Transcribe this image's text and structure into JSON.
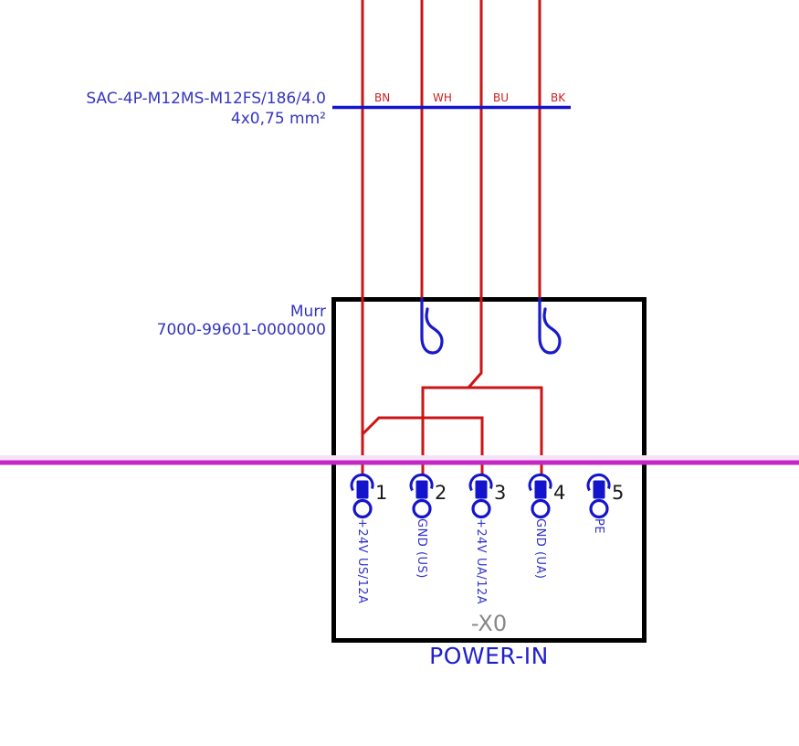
{
  "cable": {
    "type_label": "SAC-4P-M12MS-M12FS/186/4.0",
    "cross_section": "4x0,75 mm²",
    "cores": [
      {
        "label": "BN"
      },
      {
        "label": "WH"
      },
      {
        "label": "BU"
      },
      {
        "label": "BK"
      }
    ]
  },
  "device": {
    "manufacturer": "Murr",
    "part_number": "7000-99601-0000000",
    "ref_designator": "-X0",
    "function_title": "POWER-IN"
  },
  "terminals": {
    "items": [
      {
        "number": "1",
        "label": "+24V US/12A"
      },
      {
        "number": "2",
        "label": "GND (US)"
      },
      {
        "number": "3",
        "label": "+24V UA/12A"
      },
      {
        "number": "4",
        "label": "GND (UA)"
      },
      {
        "number": "5",
        "label": "PE"
      }
    ]
  },
  "colors": {
    "wire_red": "#cc1414",
    "schematic_blue": "#1414cc",
    "label_blue": "#3535c0",
    "title_blue": "#2020cc",
    "core_label_red": "#cc2222",
    "page_marker_magenta": "#c428c4",
    "device_outline_black": "#000000",
    "ref_designator_gray": "#878787",
    "background": "#ffffff"
  }
}
